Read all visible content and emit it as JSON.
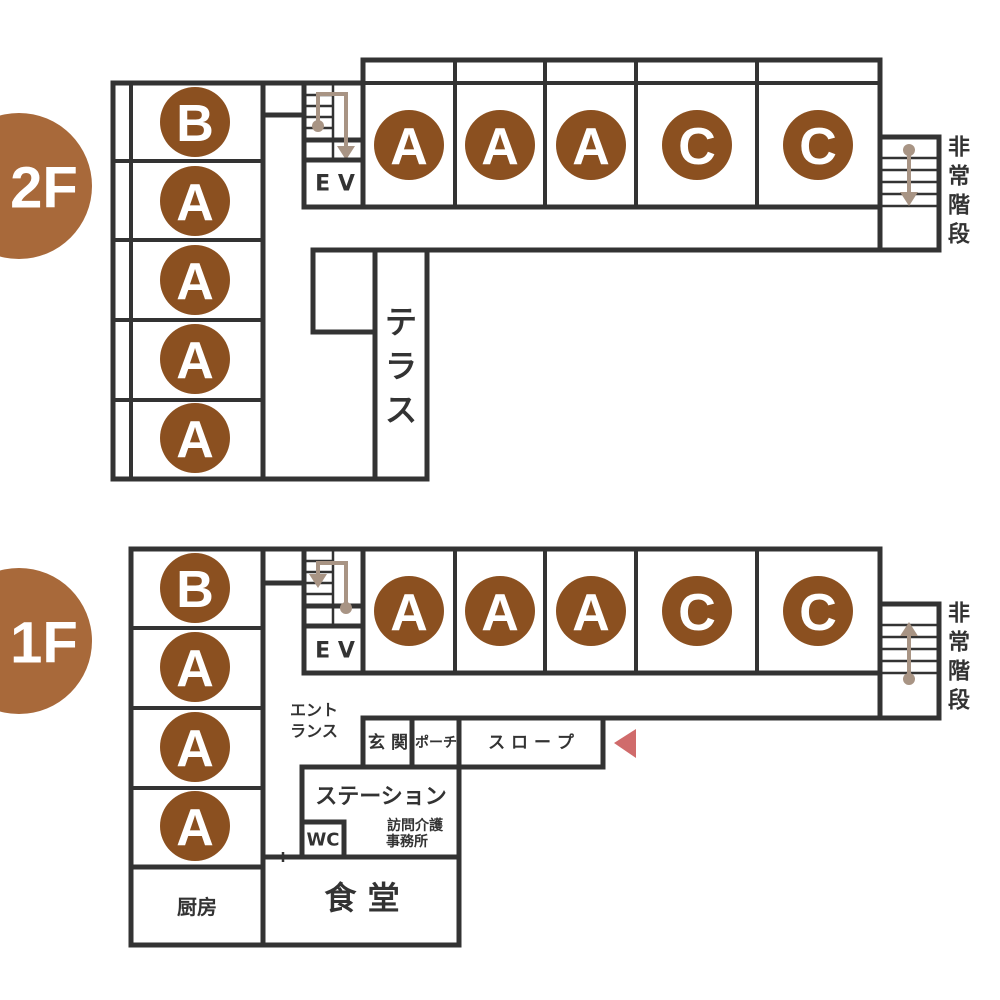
{
  "floors": {
    "f2": {
      "label": "2F"
    },
    "f1": {
      "label": "1F"
    }
  },
  "legend_colors": {
    "room_circle": "#8b5020",
    "floor_badge": "#a8693a",
    "wall": "#333333",
    "stair_arrow": "#a89484",
    "entrance_marker": "#d06b6b"
  },
  "rooms_2f": {
    "west": [
      "B",
      "A",
      "A",
      "A",
      "A"
    ],
    "north": [
      "A",
      "A",
      "A",
      "C",
      "C"
    ]
  },
  "rooms_1f": {
    "west": [
      "B",
      "A",
      "A",
      "A"
    ],
    "north": [
      "A",
      "A",
      "A",
      "C",
      "C"
    ]
  },
  "labels_2f": {
    "elevator": "E V",
    "terrace": [
      "テ",
      "ラ",
      "ス"
    ],
    "emergency_stairs": [
      "非",
      "常",
      "階",
      "段"
    ]
  },
  "labels_1f": {
    "elevator": "E V",
    "entrance": [
      "エント",
      "ランス"
    ],
    "genkan": "玄 関",
    "porch": "ポーチ",
    "slope": "ス ロ ー プ",
    "station": "ステーション",
    "wc": "WC",
    "visiting_care": [
      "訪問介護",
      "事務所"
    ],
    "kitchen": "厨房",
    "dining": "食 堂",
    "emergency_stairs": [
      "非",
      "常",
      "階",
      "段"
    ]
  }
}
